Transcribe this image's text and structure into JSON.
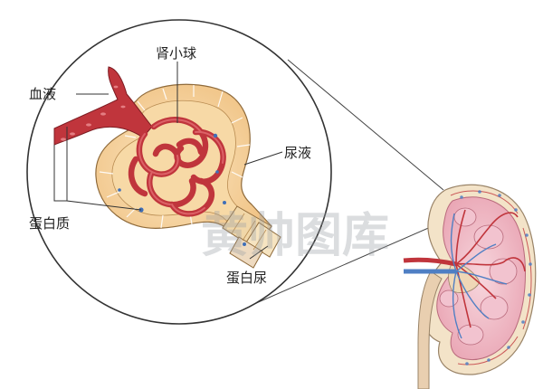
{
  "labels": {
    "glomerulus": "肾小球",
    "blood": "血液",
    "urine": "尿液",
    "protein": "蛋白质",
    "proteinuria": "蛋白尿"
  },
  "watermark": "黄帅图库",
  "colors": {
    "capsule": "#f3c98c",
    "capsule_light": "#f9e2b8",
    "vessel": "#c0353c",
    "vessel_light": "#d9545a",
    "vein": "#4f7fc4",
    "line": "#333333"
  }
}
